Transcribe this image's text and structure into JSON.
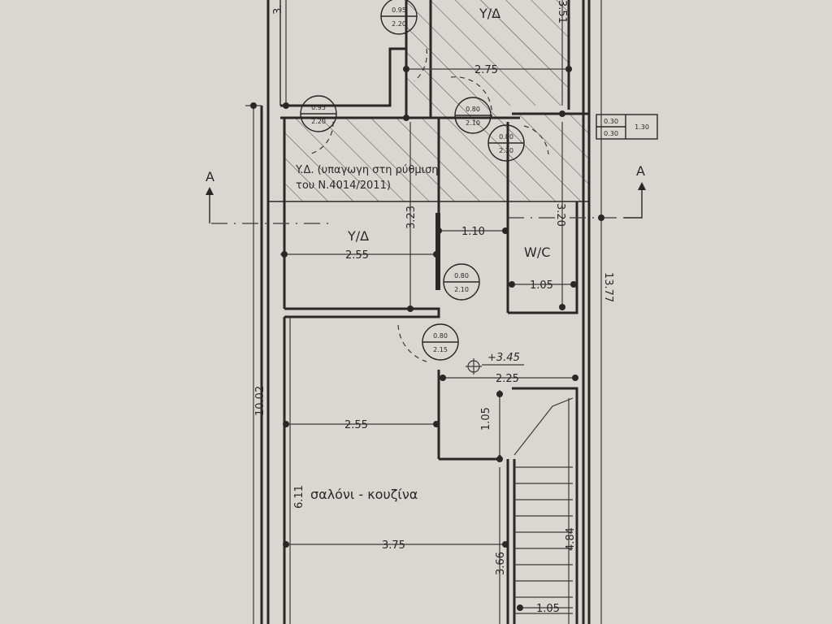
{
  "plan": {
    "rooms": {
      "storage_top": "Y/Δ",
      "storage_note_line1": "Y.Δ. (υπαγωγη στη ρύθμιση",
      "storage_note_line2": "του N.4014/2011)",
      "storage_mid": "Y/Δ",
      "wc": "W/C",
      "living_kitchen": "σαλόνι - κουζίνα"
    },
    "dimensions": {
      "top_left_partial": "3.",
      "top_right_vertical": "3.51",
      "top_width": "2.75",
      "storage_height": "3.23",
      "wc_height": "3.20",
      "hall_width": "1.10",
      "storage_width": "2.55",
      "wc_width": "1.05",
      "hall_lower_width": "2.25",
      "hall_lower_height": "1.05",
      "living_width_upper": "2.55",
      "living_width_lower": "3.75",
      "living_height": "6.11",
      "living_lower_height": "3.66",
      "stair_length": "4.84",
      "stair_width": "1.05",
      "left_total": "10.02",
      "right_total": "13.77",
      "elevation": "+3.45"
    },
    "doors": [
      {
        "width": "0.95",
        "height": "2.20"
      },
      {
        "width": "0.95",
        "height": "2.20"
      },
      {
        "width": "0.80",
        "height": "2.10"
      },
      {
        "width": "0.80",
        "height": "2.10"
      },
      {
        "width": "0.80",
        "height": "2.10"
      },
      {
        "width": "0.80",
        "height": "2.15"
      }
    ],
    "window_table": {
      "a": "0.30",
      "b": "0.30",
      "c": "1.30"
    },
    "section_marks": [
      "A",
      "A"
    ]
  }
}
